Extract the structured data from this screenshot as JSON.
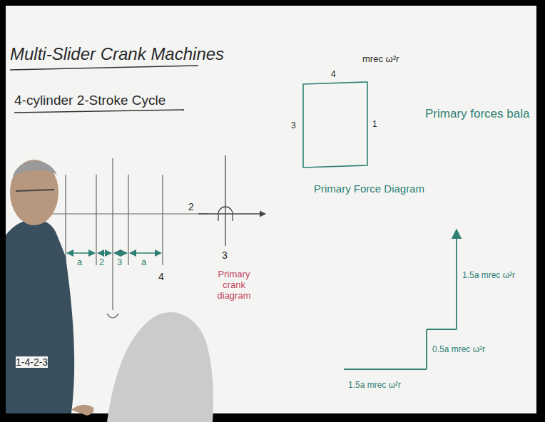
{
  "diagram": {
    "title": "Multi-Slider Crank Machines",
    "labels": [
      "4-cylinder 2-Stroke Cycle",
      "a",
      "2",
      "3",
      "a",
      "4",
      "2",
      "3",
      "Primary crank diagram",
      "mrec ω²r",
      "4",
      "1",
      "3",
      "Primary Force Diagram",
      "Primary forces bala",
      "1.5a mrec ω²r",
      "0.5a mrec ω²r",
      "1.5a mrec ω²r",
      "1-4-2-3"
    ]
  }
}
